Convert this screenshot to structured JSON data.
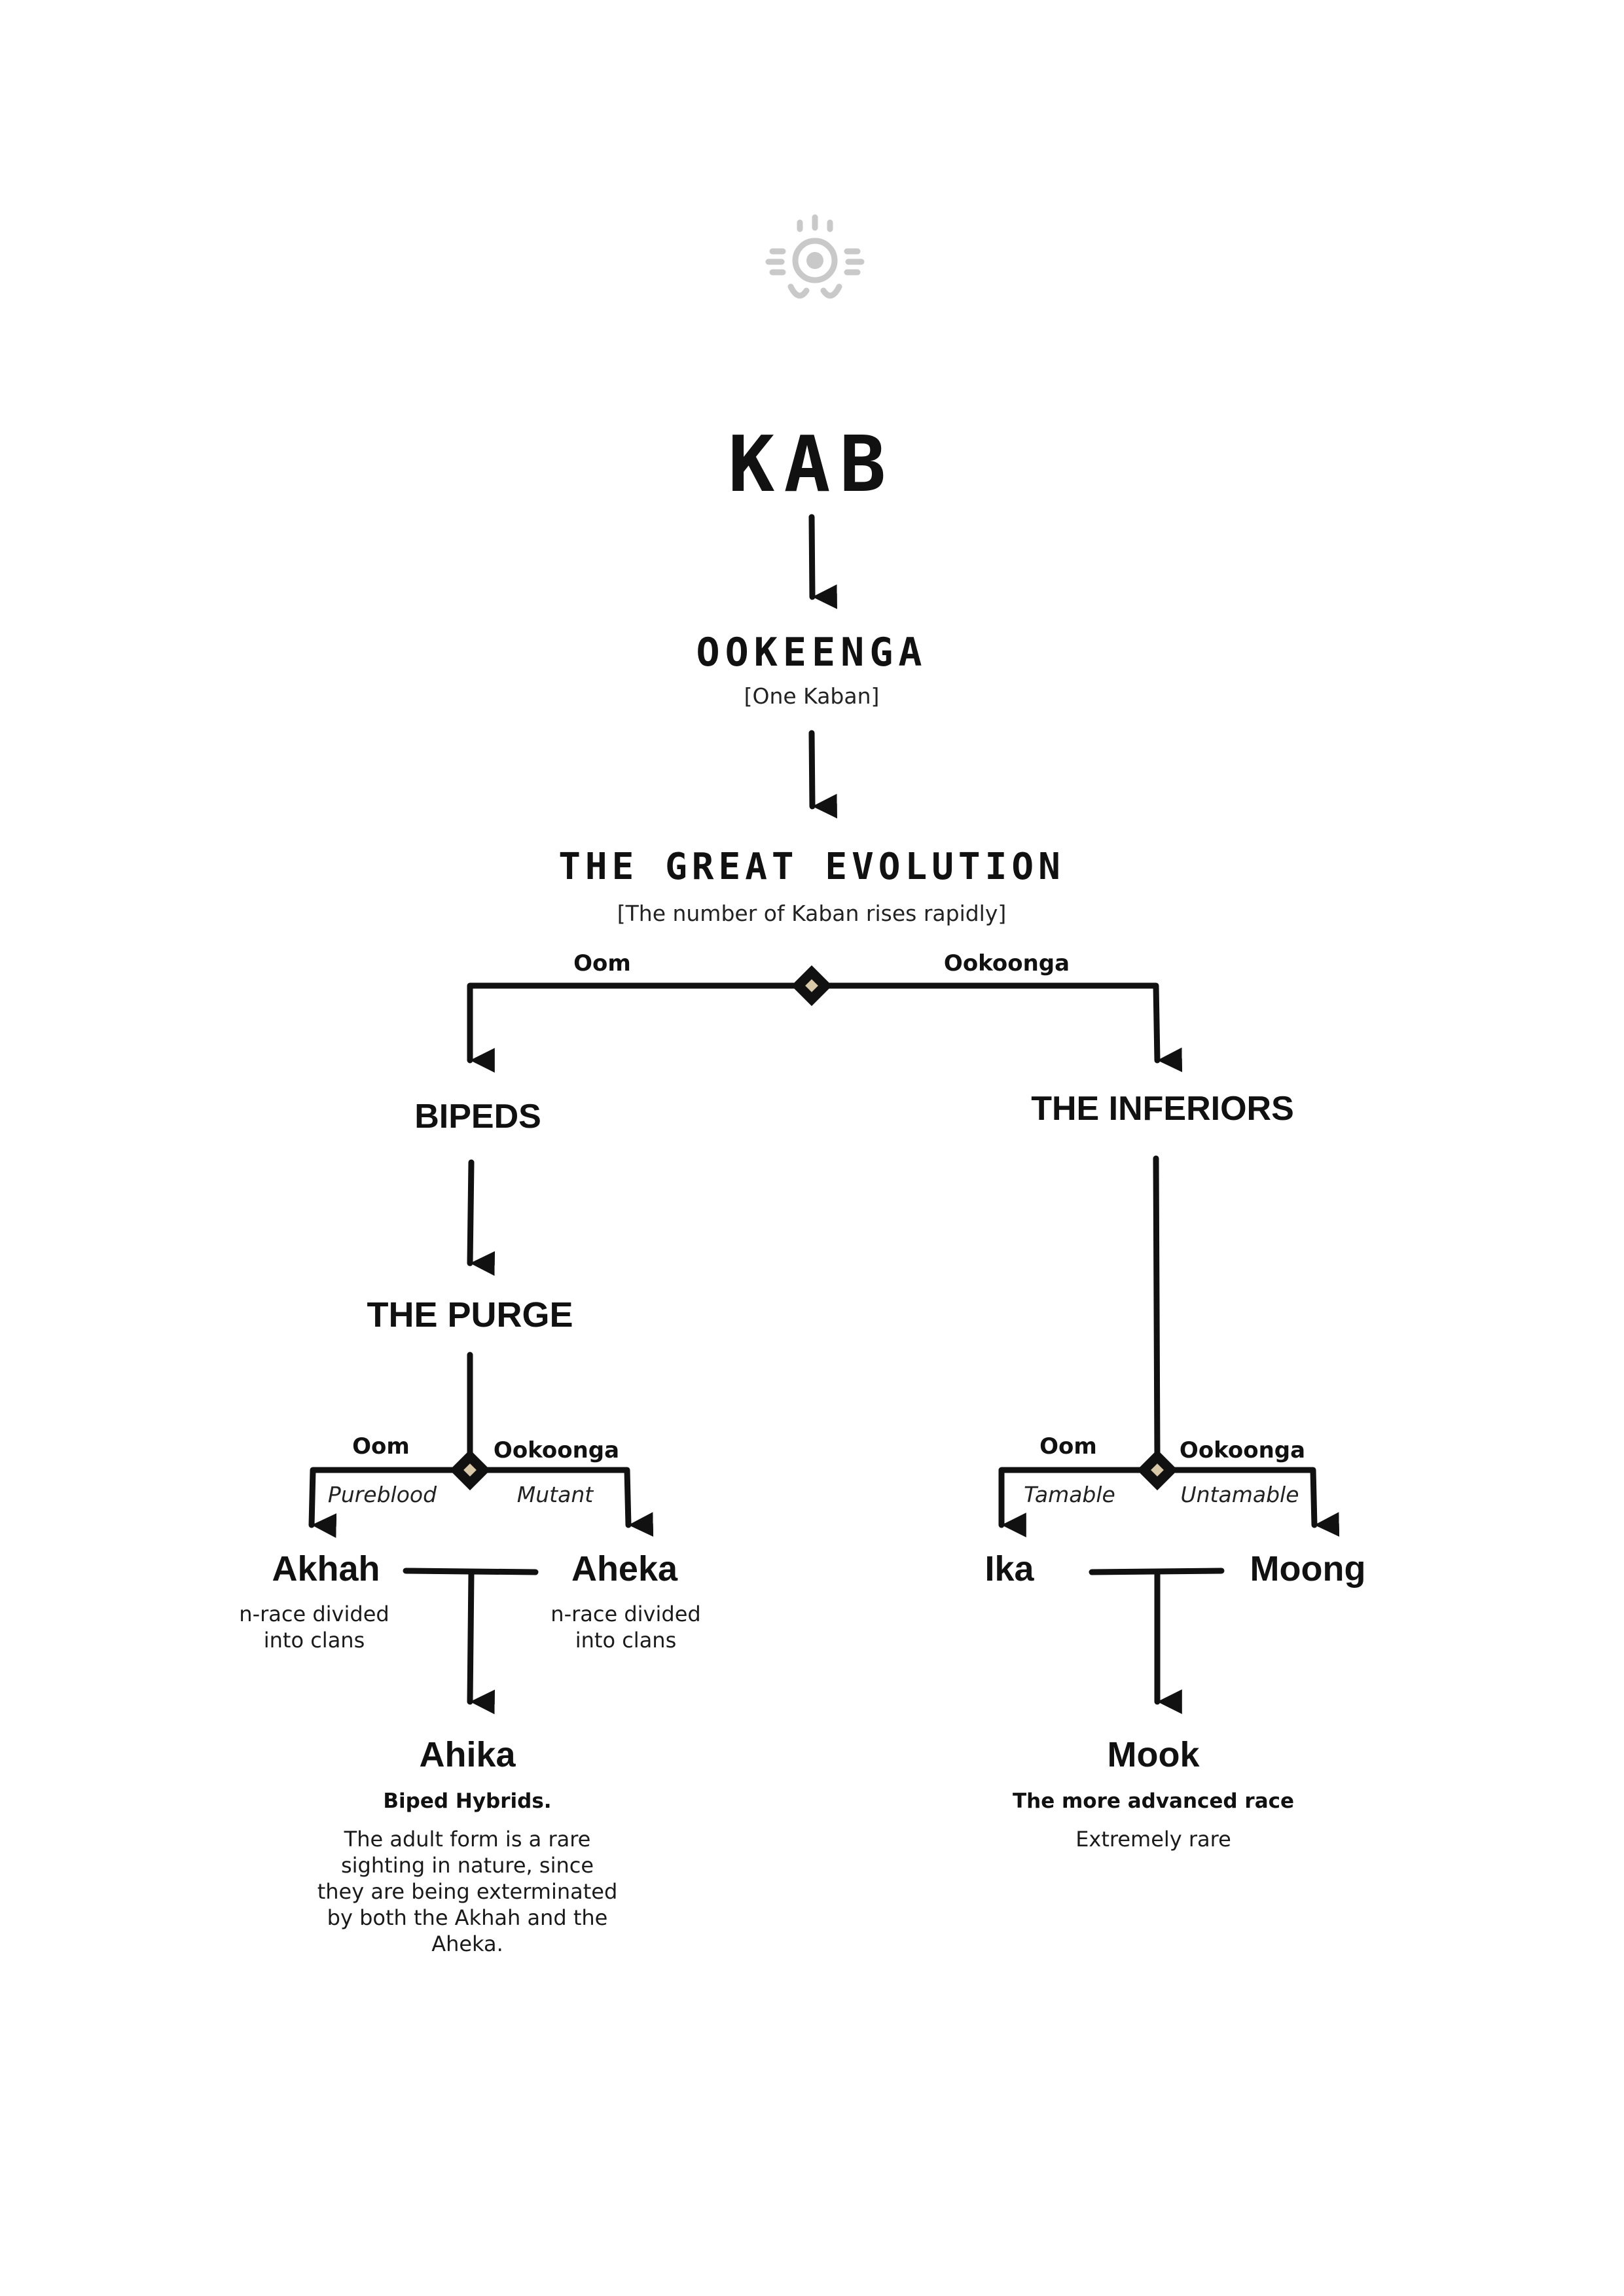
{
  "logo_icon": "sun-eye-emblem",
  "kab_title": "KAB",
  "ookeenga": {
    "title": "OOKEENGA",
    "subtitle": "[One Kaban]"
  },
  "great_evolution": {
    "title": "THE GREAT EVOLUTION",
    "subtitle": "[The number of Kaban rises rapidly]"
  },
  "split1": {
    "left_label": "Oom",
    "right_label": "Ookoonga"
  },
  "bipeds": {
    "title": "BIPEDS"
  },
  "inferiors": {
    "title": "THE INFERIORS"
  },
  "purge": {
    "title": "THE PURGE"
  },
  "split2": {
    "left_label": "Oom",
    "right_label": "Ookoonga",
    "left_trait": "Pureblood",
    "right_trait": "Mutant"
  },
  "split3": {
    "left_label": "Oom",
    "right_label": "Ookoonga",
    "left_trait": "Tamable",
    "right_trait": "Untamable"
  },
  "akhah": {
    "name": "Akhah",
    "desc": "n-race divided into clans"
  },
  "aheka": {
    "name": "Aheka",
    "desc": "n-race divided into clans"
  },
  "ika": {
    "name": "Ika"
  },
  "moong": {
    "name": "Moong"
  },
  "ahika": {
    "name": "Ahika",
    "subtitle": "Biped Hybrids.",
    "desc": "The adult form is a rare sighting in nature, since they are being exterminated by both the Akhah and the Aheka."
  },
  "mook": {
    "name": "Mook",
    "subtitle": "The more advanced race",
    "desc": "Extremely rare"
  },
  "colors": {
    "ink": "#111111",
    "logo_gray": "#c9c9c9",
    "diamond_center": "#d8c8a8"
  }
}
